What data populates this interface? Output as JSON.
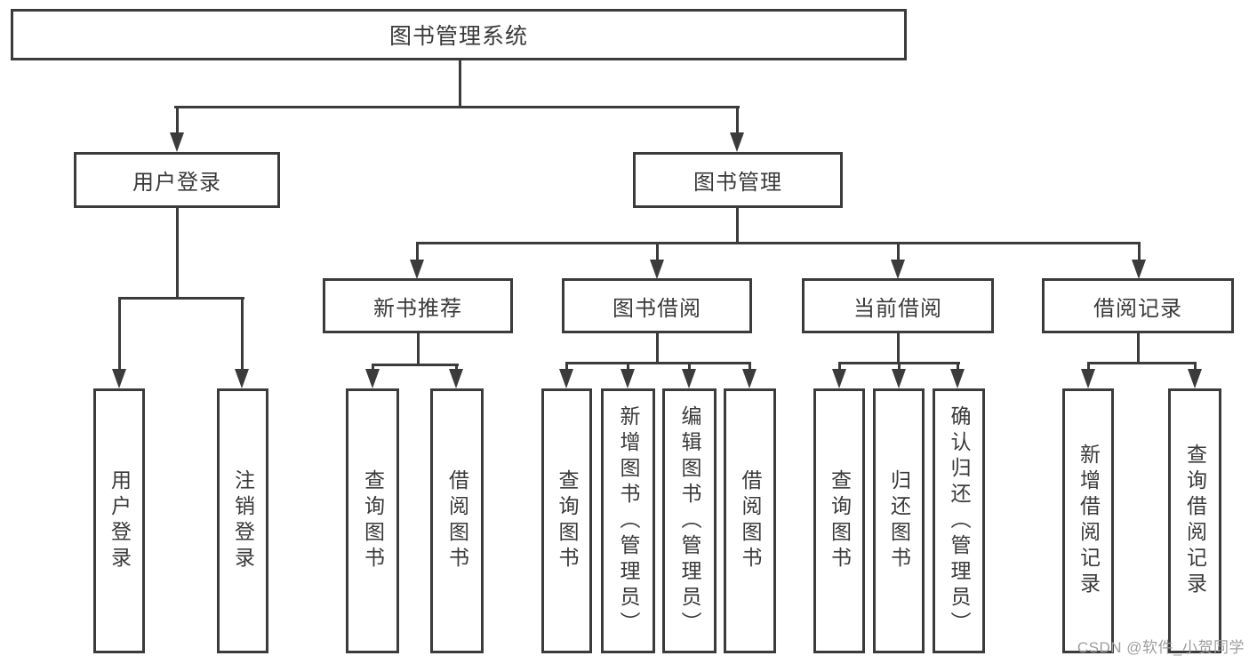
{
  "diagram": {
    "type": "hierarchy-tree",
    "colors": {
      "background": "#ffffff",
      "line": "#3b3b3b",
      "box_border": "#3b3b3b",
      "text": "#3a3a3a",
      "watermark": "#9e9e9e"
    },
    "tree": {
      "label": "图书管理系统",
      "children": [
        {
          "label": "用户登录",
          "children": [
            {
              "label": "用户登录"
            },
            {
              "label": "注销登录"
            }
          ]
        },
        {
          "label": "图书管理",
          "children": [
            {
              "label": "新书推荐",
              "children": [
                {
                  "label": "查询图书"
                },
                {
                  "label": "借阅图书"
                }
              ]
            },
            {
              "label": "图书借阅",
              "children": [
                {
                  "label": "查询图书"
                },
                {
                  "label": "新增图书（管理员）"
                },
                {
                  "label": "编辑图书（管理员）"
                },
                {
                  "label": "借阅图书"
                }
              ]
            },
            {
              "label": "当前借阅",
              "children": [
                {
                  "label": "查询图书"
                },
                {
                  "label": "归还图书"
                },
                {
                  "label": "确认归还（管理员）"
                }
              ]
            },
            {
              "label": "借阅记录",
              "children": [
                {
                  "label": "新增借阅记录"
                },
                {
                  "label": "查询借阅记录"
                }
              ]
            }
          ]
        }
      ]
    }
  },
  "watermark": {
    "text": "CSDN @软件_小贺同学"
  }
}
